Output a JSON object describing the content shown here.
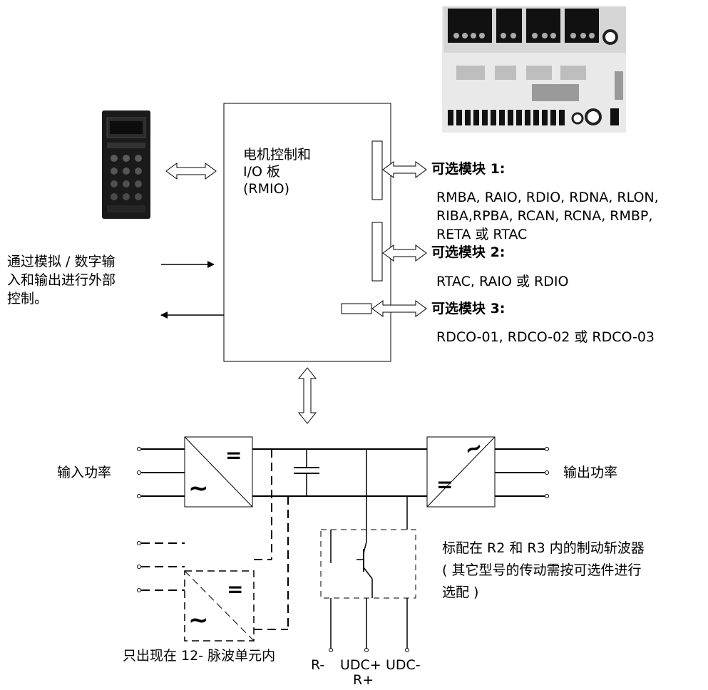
{
  "rmio_board": {
    "line1": "电机控制和",
    "line2": "I/O 板",
    "line3": "(RMIO)"
  },
  "option_module_1": {
    "title": "可选模块 1:",
    "list_line1": "RMBA, RAIO, RDIO, RDNA, RLON,",
    "list_line2": "RIBA,RPBA, RCAN, RCNA, RMBP,",
    "list_line3": "RETA 或 RTAC"
  },
  "option_module_2": {
    "title": "可选模块 2:",
    "list": "RTAC, RAIO 或 RDIO"
  },
  "option_module_3": {
    "title": "可选模块 3:",
    "list": "RDCO-01, RDCO-02 或 RDCO-03"
  },
  "external_control": {
    "line1": "通过模拟 / 数字输",
    "line2": "入和输出进行外部",
    "line3": "控制。"
  },
  "power_stage": {
    "input_power": "输入功率",
    "output_power": "输出功率",
    "rectifier_dc_symbol": "=",
    "rectifier_ac_symbol": "~",
    "inverter_dc_symbol": "=",
    "inverter_ac_symbol": "~",
    "twelve_pulse_note": "只出现在 12- 脉波单元内"
  },
  "brake_chopper": {
    "line1": "标配在 R2 和 R3 内的制动斩波器",
    "line2": "( 其它型号的传动需按可选件进行",
    "line3": "选配 )"
  },
  "terminals": {
    "r_minus": "R-",
    "udc_plus": "UDC+",
    "r_plus": "R+",
    "udc_minus": "UDC-"
  }
}
